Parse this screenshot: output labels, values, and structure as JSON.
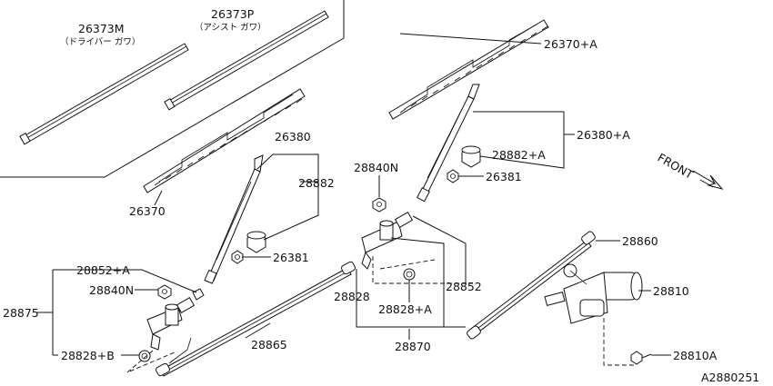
{
  "diagram": {
    "parts": {
      "p26373M": {
        "number": "26373M",
        "note": "（ドライバー ガワ）"
      },
      "p26373P": {
        "number": "26373P",
        "note": "（アシスト ガワ）"
      },
      "p26370A": "26370+A",
      "p26370": "26370",
      "p26380": "26380",
      "p28882": "28882",
      "p26381a": "26381",
      "p26380A": "26380+A",
      "p28882A": "28882+A",
      "p26381b": "26381",
      "p28840Na": "28840N",
      "p28840Nb": "28840N",
      "p28852A": "28852+A",
      "p28875": "28875",
      "p28828B": "28828+B",
      "p28865": "28865",
      "p28828": "28828",
      "p28828A": "28828+A",
      "p28870": "28870",
      "p28852": "28852",
      "p28860": "28860",
      "p28810": "28810",
      "p28810A": "28810A"
    },
    "direction_label": "FRONT",
    "diagram_id": "A2880251"
  }
}
